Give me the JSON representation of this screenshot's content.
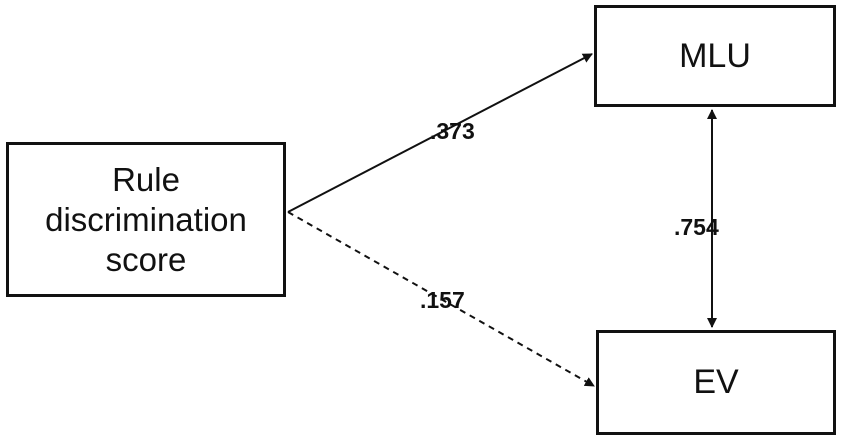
{
  "nodes": {
    "rule": {
      "lines": [
        "Rule",
        "discrimination",
        "score"
      ]
    },
    "mlu": {
      "label": "MLU"
    },
    "ev": {
      "label": "EV"
    }
  },
  "paths": {
    "rule_to_mlu": {
      "coefficient": ".373",
      "style": "solid"
    },
    "rule_to_ev": {
      "coefficient": ".157",
      "style": "dashed"
    },
    "mlu_ev": {
      "coefficient": ".754",
      "style": "solid",
      "direction": "bidirectional"
    }
  },
  "colors": {
    "line": "#111111",
    "background": "#ffffff"
  }
}
